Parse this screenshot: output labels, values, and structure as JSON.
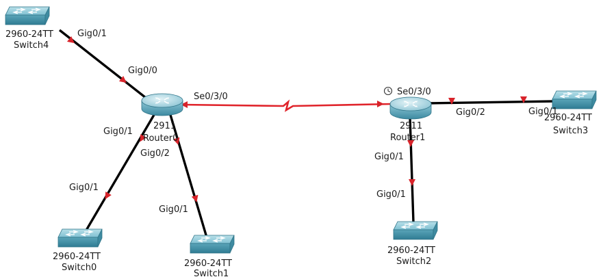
{
  "colors": {
    "ethernet_link": "#000000",
    "serial_link": "#e0242b",
    "port_status_up": "#d8232a",
    "switch_body": "#4c97ad",
    "router_body": "#5aa3b8",
    "background": "#ffffff"
  },
  "devices": {
    "switch4": {
      "model": "2960-24TT",
      "name": "Switch4",
      "icon": "switch-icon"
    },
    "switch0": {
      "model": "2960-24TT",
      "name": "Switch0",
      "icon": "switch-icon"
    },
    "switch1": {
      "model": "2960-24TT",
      "name": "Switch1",
      "icon": "switch-icon"
    },
    "switch2": {
      "model": "2960-24TT",
      "name": "Switch2",
      "icon": "switch-icon"
    },
    "switch3": {
      "model": "2960-24TT",
      "name": "Switch3",
      "icon": "switch-icon"
    },
    "router0": {
      "model": "2911",
      "name": "Router0",
      "icon": "router-icon"
    },
    "router1": {
      "model": "2911",
      "name": "Router1",
      "icon": "router-icon"
    }
  },
  "ports": {
    "switch4_uplink": "Gig0/1",
    "router0_to_switch4": "Gig0/0",
    "router0_serial": "Se0/3/0",
    "router0_to_switch0": "Gig0/1",
    "router0_to_switch1": "Gig0/2",
    "switch0_uplink": "Gig0/1",
    "switch1_uplink": "Gig0/1",
    "router1_serial": "Se0/3/0",
    "router1_to_switch3": "Gig0/2",
    "switch3_uplink": "Gig0/1",
    "router1_to_switch2": "Gig0/1",
    "switch2_uplink": "Gig0/1"
  },
  "indicators": {
    "router1_serial_clock": "clock-icon"
  }
}
